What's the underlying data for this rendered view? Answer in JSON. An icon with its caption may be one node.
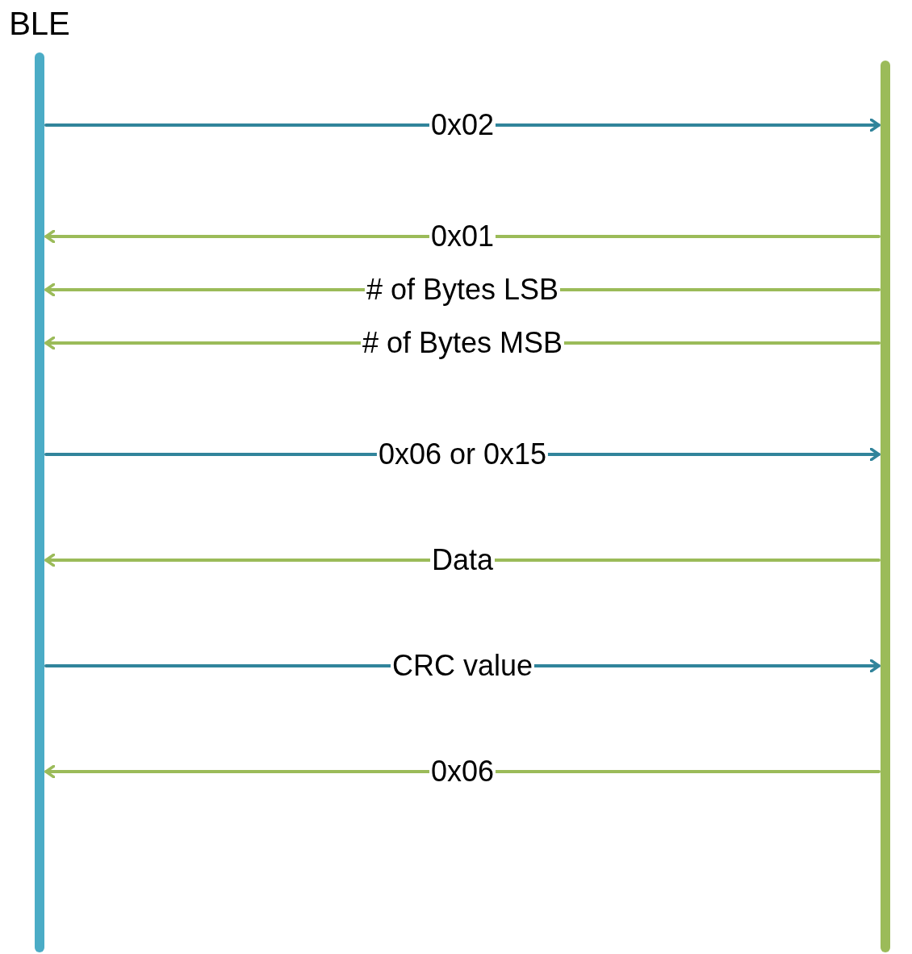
{
  "diagram": {
    "nodes": [
      {
        "text": [
          "BLE"
        ]
      },
      {
        "text": [],
        "shape": "bar"
      }
    ],
    "edges": [
      {
        "from": 0,
        "to": 1,
        "arrow": "to",
        "label": "0x02",
        "color": "#31849b"
      },
      {
        "from": 1,
        "to": 0,
        "arrow": "to",
        "label": "0x01"
      },
      {
        "from": 1,
        "to": 0,
        "arrow": "to",
        "label": "# of Bytes LSB"
      },
      {
        "from": 1,
        "to": 0,
        "arrow": "to",
        "label": "# of Bytes MSB"
      },
      {
        "from": 0,
        "to": 1,
        "arrow": "to",
        "label": "0x06 or 0x15",
        "color": "#31849b"
      },
      {
        "from": 1,
        "to": 0,
        "arrow": "to",
        "label": "Data"
      },
      {
        "from": 0,
        "to": 1,
        "arrow": "to",
        "label": "CRC value",
        "color": "#31849b"
      },
      {
        "from": 1,
        "to": 0,
        "arrow": "to",
        "label": "0x06"
      }
    ]
  }
}
